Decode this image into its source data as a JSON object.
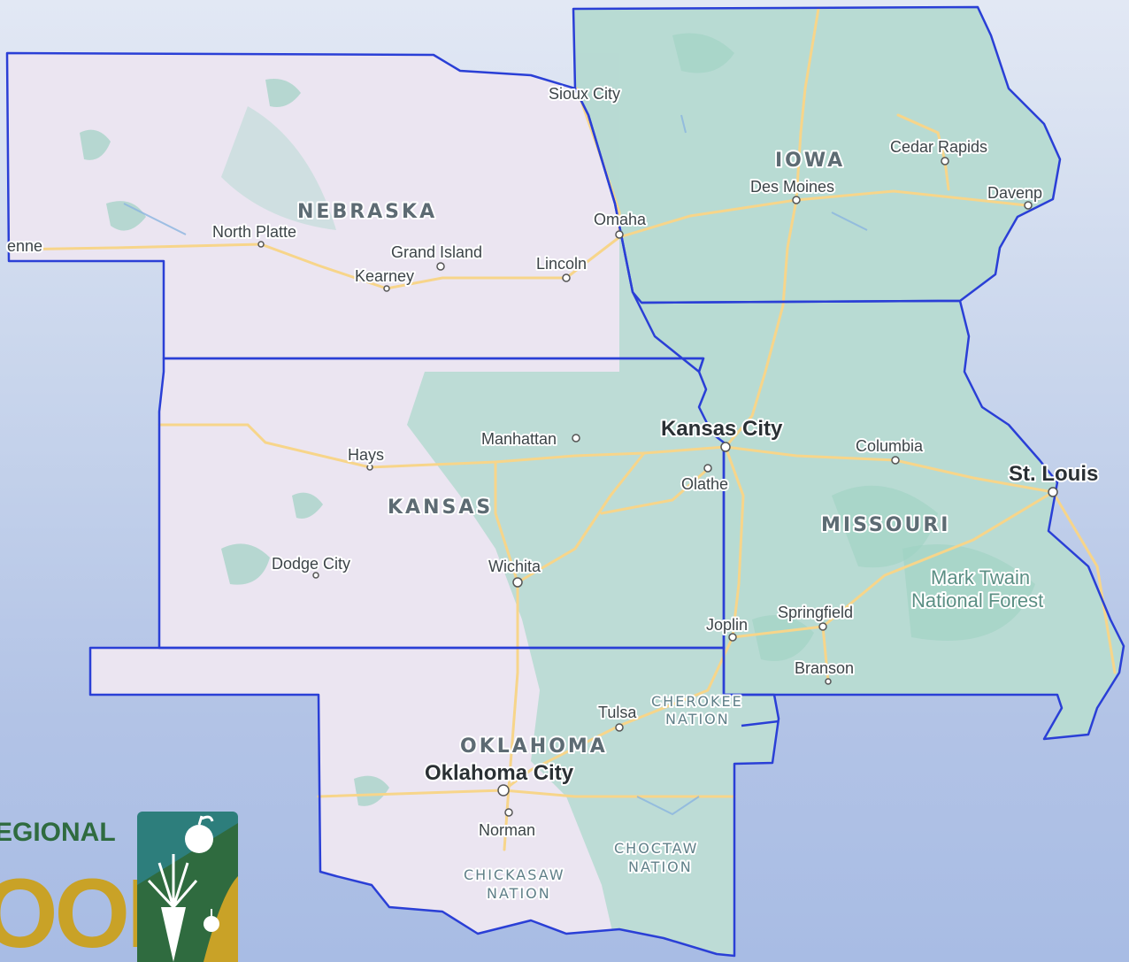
{
  "colors": {
    "state_green": "#b8dad3",
    "state_lavender": "#ebe5f1",
    "border_blue": "#2a3fd6",
    "road_yellow": "#f7d58a",
    "park_green": "#9fd2c3",
    "logo_green": "#2f6b3f",
    "logo_gold": "#c9a227",
    "logo_teal": "#2d7e7c"
  },
  "map": {
    "states": [
      {
        "name": "NEBRASKA"
      },
      {
        "name": "IOWA"
      },
      {
        "name": "KANSAS"
      },
      {
        "name": "MISSOURI"
      },
      {
        "name": "OKLAHOMA"
      }
    ],
    "cities": {
      "sioux_city": "Sioux City",
      "cedar_rapids": "Cedar Rapids",
      "des_moines": "Des Moines",
      "davenport": "Davenp",
      "omaha": "Omaha",
      "north_platte": "North Platte",
      "grand_island": "Grand Island",
      "lincoln": "Lincoln",
      "kearney": "Kearney",
      "cheyenne": "enne",
      "kansas_city": "Kansas City",
      "manhattan": "Manhattan",
      "columbia": "Columbia",
      "hays": "Hays",
      "olathe": "Olathe",
      "st_louis": "St. Louis",
      "dodge_city": "Dodge City",
      "wichita": "Wichita",
      "joplin": "Joplin",
      "springfield": "Springfield",
      "branson": "Branson",
      "tulsa": "Tulsa",
      "oklahoma_city": "Oklahoma City",
      "norman": "Norman"
    },
    "nations": {
      "cherokee_1": "CHEROKEE",
      "cherokee_2": "NATION",
      "choctaw_1": "CHOCTAW",
      "choctaw_2": "NATION",
      "chickasaw_1": "CHICKASAW",
      "chickasaw_2": "NATION"
    },
    "forest": {
      "line1": "Mark Twain",
      "line2": "National Forest"
    }
  },
  "logo": {
    "text_top": "EGIONAL",
    "text_bottom": "OOD",
    "icons": [
      "apple-icon",
      "carrot-icon",
      "tomato-icon"
    ]
  }
}
